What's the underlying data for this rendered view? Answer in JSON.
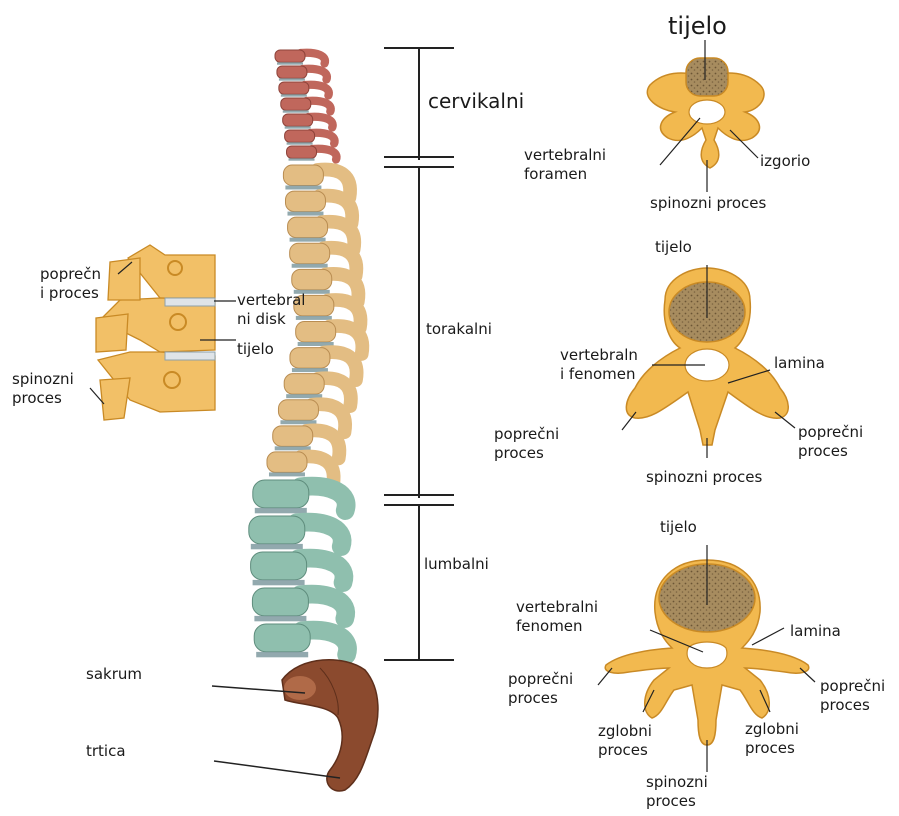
{
  "regions": {
    "cervical": "cervikalni",
    "thoracic": "torakalni",
    "lumbar": "lumbalni"
  },
  "spine_labels": {
    "sacrum": "sakrum",
    "coccyx": "trtica"
  },
  "side_view": {
    "transverse": "poprečn\ni proces",
    "disc": "vertebral\nni disk",
    "body": "tijelo",
    "spinous": "spinozni\nproces"
  },
  "cervical_vertebra": {
    "body": "tijelo",
    "foramen": "vertebralni\nforamen",
    "bifid": "izgorio",
    "spinous": "spinozni proces"
  },
  "thoracic_vertebra": {
    "body": "tijelo",
    "foramen": "vertebraln\ni fenomen",
    "lamina": "lamina",
    "transverse_left": "poprečni\nproces",
    "transverse_right": "poprečni\nproces",
    "spinous": "spinozni proces"
  },
  "lumbar_vertebra": {
    "body": "tijelo",
    "foramen": "vertebralni\nfenomen",
    "lamina": "lamina",
    "transverse_left": "poprečni\nproces",
    "transverse_right": "poprečni\nproces",
    "articular_left": "zglobni\nproces",
    "articular_right": "zglobni\nproces",
    "spinous": "spinozni\nproces"
  },
  "colors": {
    "cervical": "#c0675c",
    "thoracic": "#e3bd83",
    "lumbar": "#8fbfae",
    "sacrum": "#8b4a2e",
    "bone": "#f2b94f",
    "bone_edge": "#c98a25",
    "body_texture": "#a0885e",
    "disc": "#7f9aa0"
  }
}
